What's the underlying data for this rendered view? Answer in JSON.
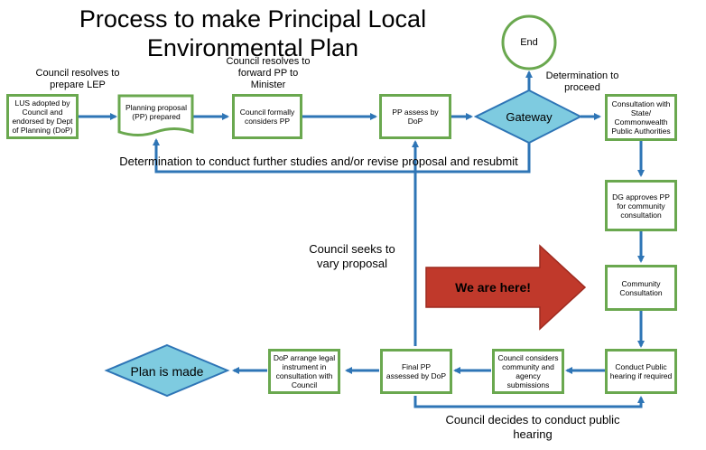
{
  "title": "Process to make Principal Local Environmental Plan",
  "nodes": {
    "lus": "LUS adopted by Council and endorsed by Dept of Planning (DoP)",
    "planning_proposal": "Planning proposal (PP) prepared",
    "council_considers": "Council formally considers PP",
    "pp_assess": "PP assess by DoP",
    "gateway": "Gateway",
    "end": "End",
    "consultation": "Consultation with State/ Commonwealth Public Authorities",
    "dg_approves": "DG approves PP for community consultation",
    "community_consultation": "Community Consultation",
    "public_hearing": "Conduct Public hearing if required",
    "council_submissions": "Council considers community and agency submissions",
    "final_pp": "Final PP assessed by DoP",
    "dop_legal": "DoP arrange legal instrument in consultation with Council",
    "plan_made": "Plan is made"
  },
  "labels": {
    "council_resolves_lep": "Council resolves to prepare LEP",
    "council_resolves_forward": "Council resolves to forward PP to Minister",
    "determination_proceed": "Determination to proceed",
    "determination_further": "Determination to conduct further studies and/or revise proposal and resubmit",
    "council_seeks": "Council seeks to vary proposal",
    "council_decides": "Council decides to conduct public hearing"
  },
  "callout": "We are here!",
  "colors": {
    "box_border": "#6aa84f",
    "arrow": "#2e75b6",
    "diamond_fill": "#7ecbe0",
    "callout_fill": "#c0392b"
  }
}
